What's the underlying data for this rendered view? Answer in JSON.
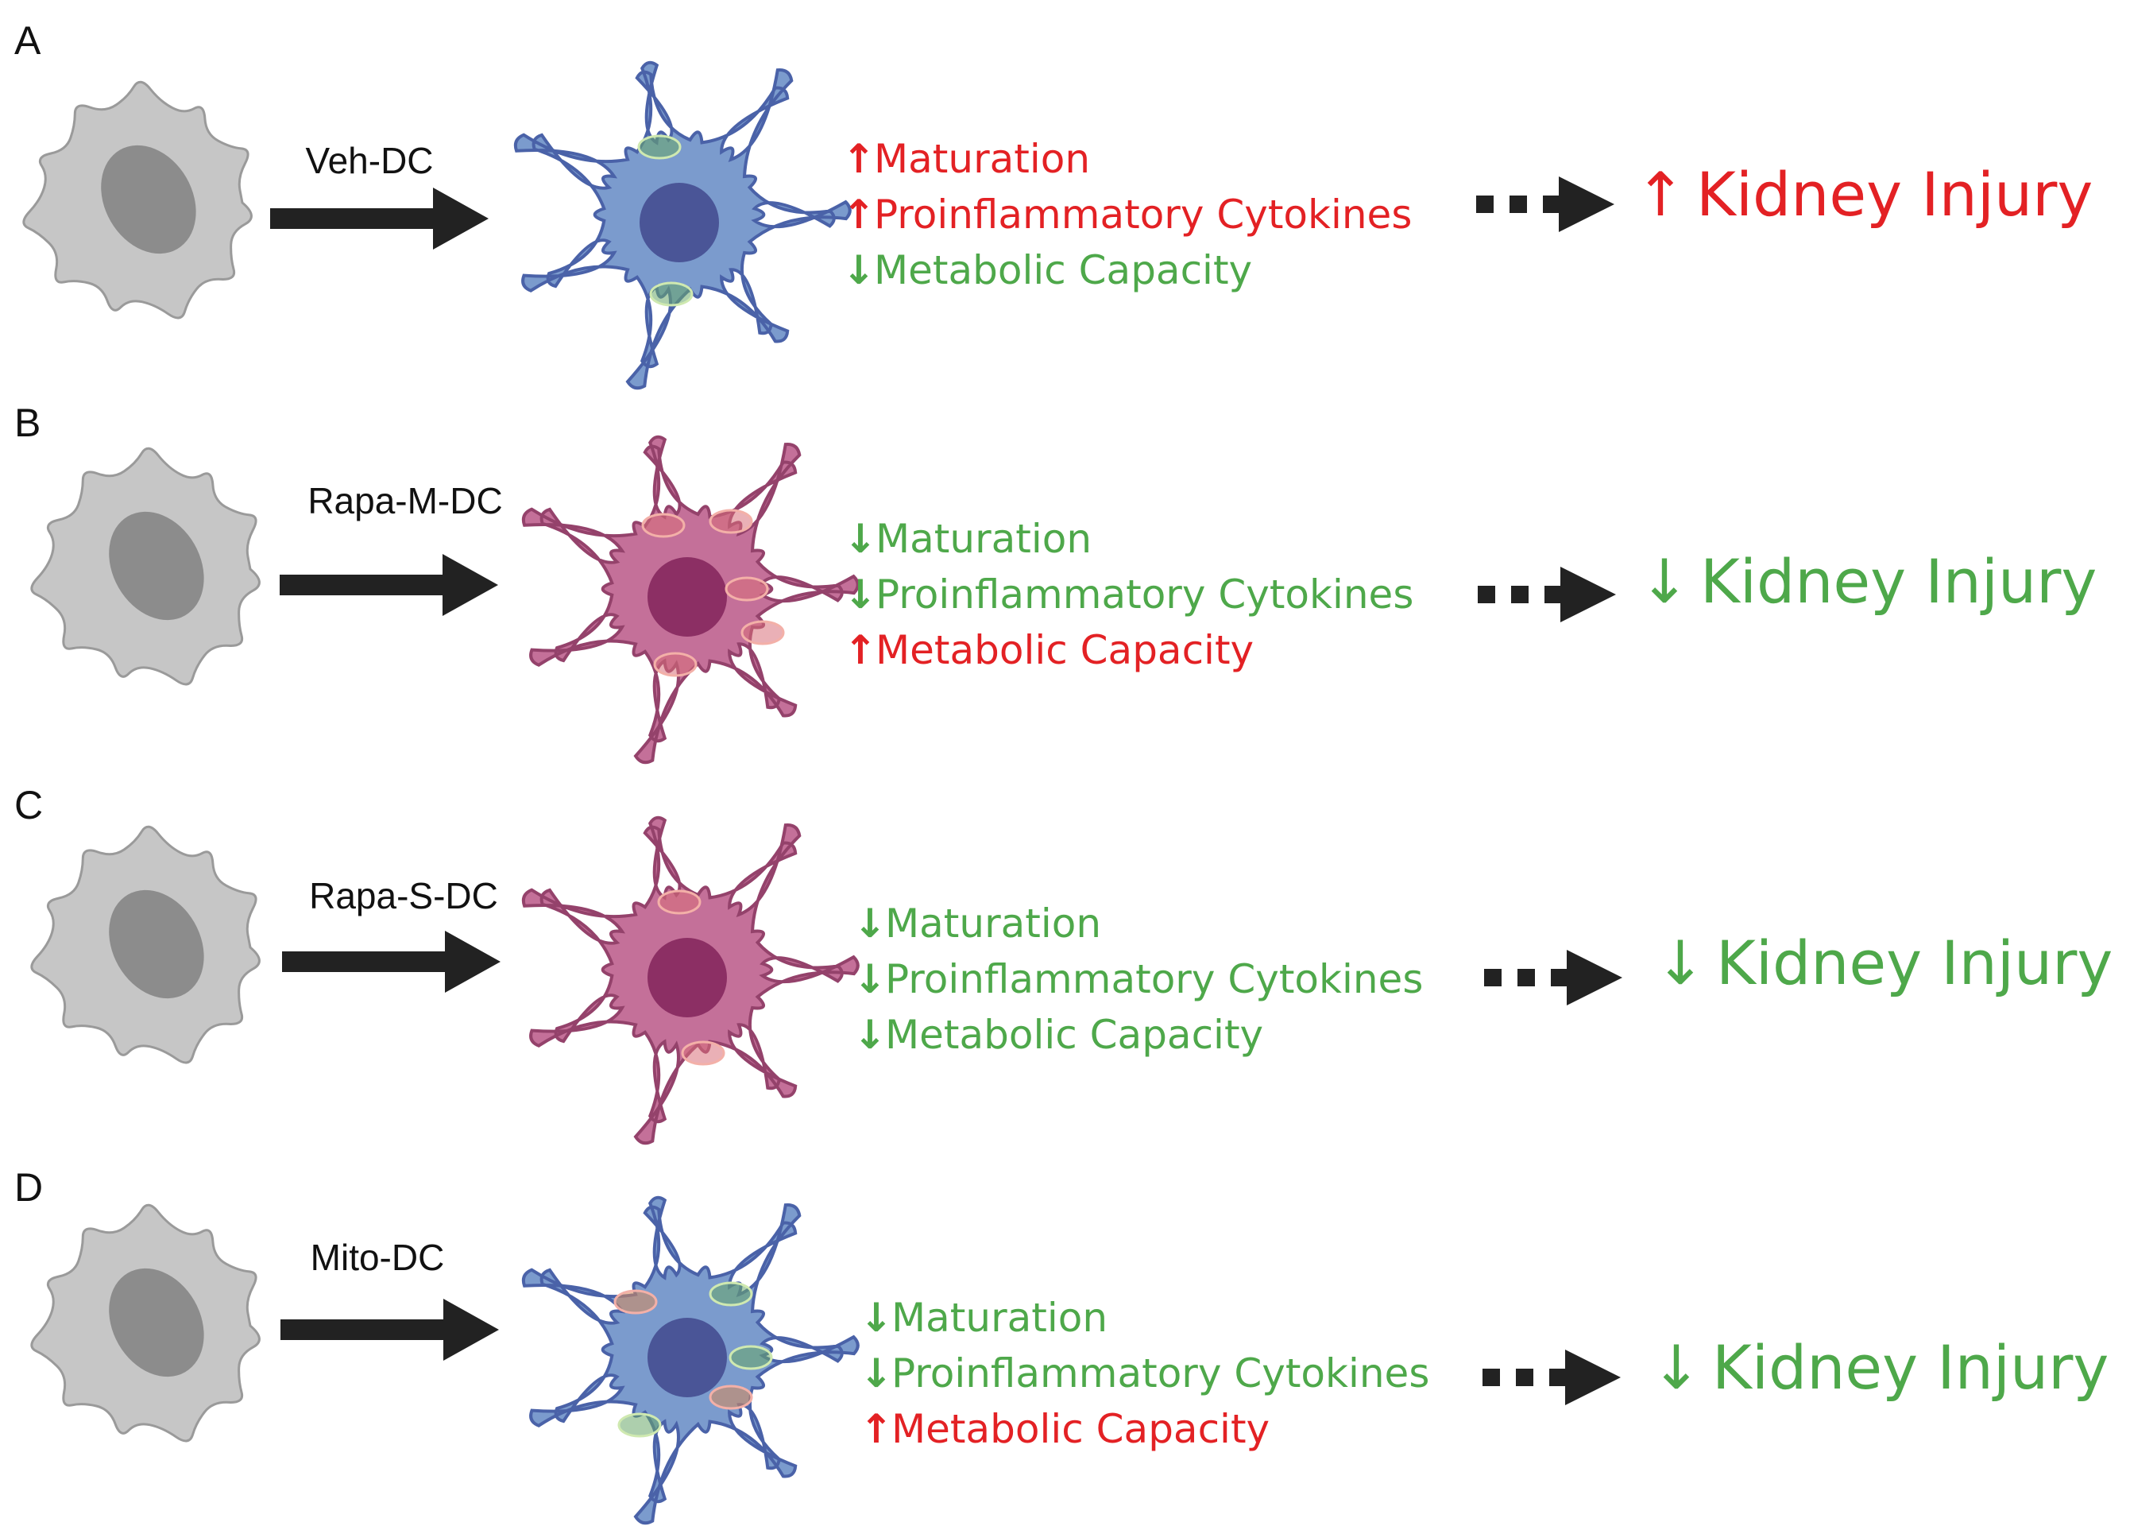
{
  "colors": {
    "up": "#e32124",
    "down": "#4ea84a",
    "monocyte_fill": "#c6c6c6",
    "monocyte_nucleus": "#8c8c8c",
    "dc_blue": "#7b9bcd",
    "dc_blue_nucleus": "#4a5597",
    "dc_pink": "#c47099",
    "dc_pink_nucleus": "#8c2f64",
    "arrow": "#222222"
  },
  "panels": [
    {
      "letter": "A",
      "treatment": "Veh-DC",
      "cell_color": "blue",
      "effects": [
        {
          "dir": "up",
          "label": "Maturation"
        },
        {
          "dir": "up",
          "label": "Proinflammatory Cytokines"
        },
        {
          "dir": "down",
          "label": "Metabolic Capacity"
        }
      ],
      "outcome": {
        "dir": "up",
        "label": "Kidney Injury"
      }
    },
    {
      "letter": "B",
      "treatment": "Rapa-M-DC",
      "cell_color": "pink",
      "effects": [
        {
          "dir": "down",
          "label": "Maturation"
        },
        {
          "dir": "down",
          "label": "Proinflammatory Cytokines"
        },
        {
          "dir": "up",
          "label": "Metabolic Capacity"
        }
      ],
      "outcome": {
        "dir": "down",
        "label": "Kidney Injury"
      }
    },
    {
      "letter": "C",
      "treatment": "Rapa-S-DC",
      "cell_color": "pink",
      "effects": [
        {
          "dir": "down",
          "label": "Maturation"
        },
        {
          "dir": "down",
          "label": "Proinflammatory Cytokines"
        },
        {
          "dir": "down",
          "label": "Metabolic Capacity"
        }
      ],
      "outcome": {
        "dir": "down",
        "label": "Kidney Injury"
      }
    },
    {
      "letter": "D",
      "treatment": "Mito-DC",
      "cell_color": "blue",
      "effects": [
        {
          "dir": "down",
          "label": "Maturation"
        },
        {
          "dir": "down",
          "label": "Proinflammatory Cytokines"
        },
        {
          "dir": "up",
          "label": "Metabolic Capacity"
        }
      ],
      "outcome": {
        "dir": "down",
        "label": "Kidney Injury"
      }
    }
  ]
}
